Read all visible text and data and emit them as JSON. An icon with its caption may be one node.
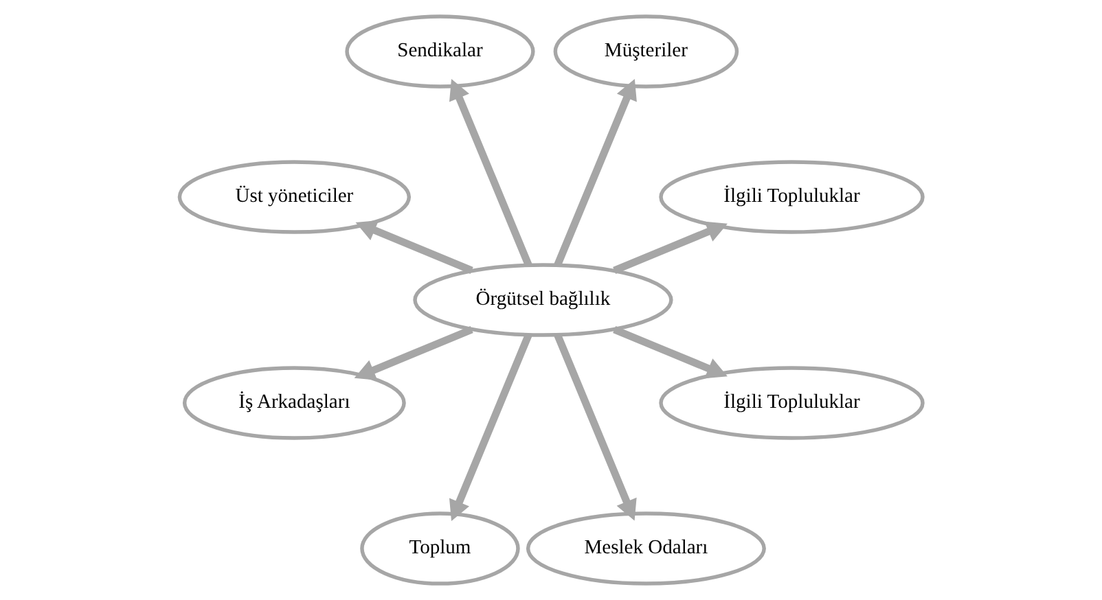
{
  "diagram": {
    "nodes": [
      {
        "text": [
          "İlgili Topluluklar"
        ]
      },
      {
        "text": [
          "Müşteriler"
        ]
      },
      {
        "text": [
          "Sendikalar"
        ]
      },
      {
        "text": [
          "Üst yöneticiler"
        ]
      },
      {
        "text": [
          "Örgütsel bağlılık"
        ]
      },
      {
        "text": [
          "İş Arkadaşları"
        ]
      },
      {
        "text": [
          "Toplum"
        ]
      },
      {
        "text": [
          "Meslek Odaları"
        ]
      },
      {
        "text": [
          "İlgili Topluluklar"
        ]
      }
    ],
    "edges": [
      {
        "from": 4,
        "to": 0,
        "arrow": "to"
      },
      {
        "from": 4,
        "to": 2,
        "arrow": "to"
      },
      {
        "from": 4,
        "to": 5,
        "arrow": "to"
      },
      {
        "from": 4,
        "to": 7,
        "arrow": "to"
      },
      {
        "from": 4,
        "to": 8,
        "arrow": "to"
      },
      {
        "from": 4,
        "to": 6,
        "arrow": "to"
      },
      {
        "from": 4,
        "to": 3,
        "arrow": "to"
      },
      {
        "from": 4,
        "to": 1,
        "arrow": "to"
      }
    ]
  }
}
